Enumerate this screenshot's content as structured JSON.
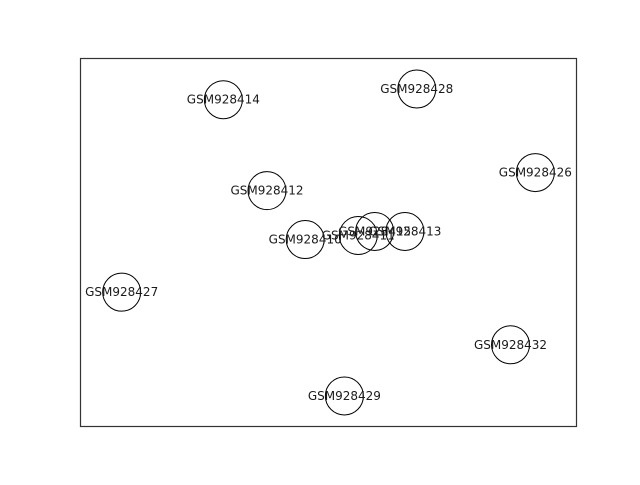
{
  "chart_data": {
    "type": "scatter",
    "title": "",
    "xlabel": "",
    "ylabel": "",
    "axes_ticks_visible": false,
    "grid": false,
    "marker": "open-circle",
    "marker_color": "#000000",
    "axis_color": "#333333",
    "points": [
      {
        "label": "GSM928414",
        "x": 0.288,
        "y": 0.888
      },
      {
        "label": "GSM928428",
        "x": 0.678,
        "y": 0.917
      },
      {
        "label": "GSM928426",
        "x": 0.917,
        "y": 0.69
      },
      {
        "label": "GSM928412",
        "x": 0.376,
        "y": 0.641
      },
      {
        "label": "GSM928410",
        "x": 0.453,
        "y": 0.508
      },
      {
        "label": "GSM928411",
        "x": 0.56,
        "y": 0.519
      },
      {
        "label": "GSM928415",
        "x": 0.593,
        "y": 0.53
      },
      {
        "label": "GSM928413",
        "x": 0.654,
        "y": 0.53
      },
      {
        "label": "GSM928427",
        "x": 0.083,
        "y": 0.365
      },
      {
        "label": "GSM928432",
        "x": 0.867,
        "y": 0.222
      },
      {
        "label": "GSM928429",
        "x": 0.532,
        "y": 0.083
      }
    ]
  }
}
